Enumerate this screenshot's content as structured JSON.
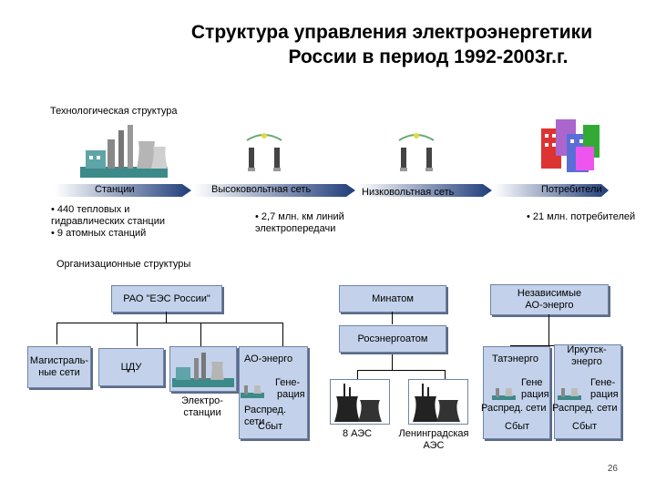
{
  "title": {
    "line1": "Структура управления электроэнергетики",
    "line2": "России в период 1992-2003г.г."
  },
  "tech": {
    "heading": "Технологическая структура",
    "stations": "Станции",
    "hv_net": "Высоковольтная сеть",
    "lv_net": "Низковольтная  сеть",
    "consumers": "Потребители",
    "note_stations_1": "• 440 тепловых и",
    "note_stations_2": "гидравлических станции",
    "note_stations_3": "• 9 атомных станций",
    "note_lines_1": "• 2,7 млн. км линий",
    "note_lines_2": "электропередачи",
    "note_consumers": "• 21 млн. потребителей"
  },
  "org": {
    "heading": "Организационные структуры",
    "rao": "РАО \"ЕЭС России\"",
    "mintop": "Минатом",
    "independent_1": "Независимые",
    "independent_2": "АО-энерго",
    "rosenergoatom": "Росэнергоатом",
    "magistral_1": "Магистраль-",
    "magistral_2": "ные сети",
    "cdu": "ЦДУ",
    "plants_1": "Электро-",
    "plants_2": "станции",
    "ao_energo": "АО-энерго",
    "gen_1": "Гене-",
    "gen_2": "рация",
    "distr_1": "Распред.",
    "distr_2": "сети",
    "sbyt": "Сбыт",
    "aes8": "8 АЭС",
    "len_1": "Ленинградская",
    "len_2": "АЭС",
    "tatenergo": "Татэнерго",
    "irkutsk_1": "Иркутск-",
    "irkutsk_2": "энерго",
    "tat_gen_1": "Гене",
    "tat_gen_2": "рация",
    "tat_distr": "Распред. сети",
    "tat_sbyt": "Сбыт",
    "irk_gen_1": "Гене-",
    "irk_gen_2": "рация",
    "irk_distr": "Распред. сети",
    "irk_sbyt": "Сбыт"
  },
  "page_number": "26",
  "colors": {
    "box_fill": "#c3d2ea",
    "arrow_gradient_start": "#ffffff",
    "arrow_gradient_end": "#1f3d7a"
  }
}
